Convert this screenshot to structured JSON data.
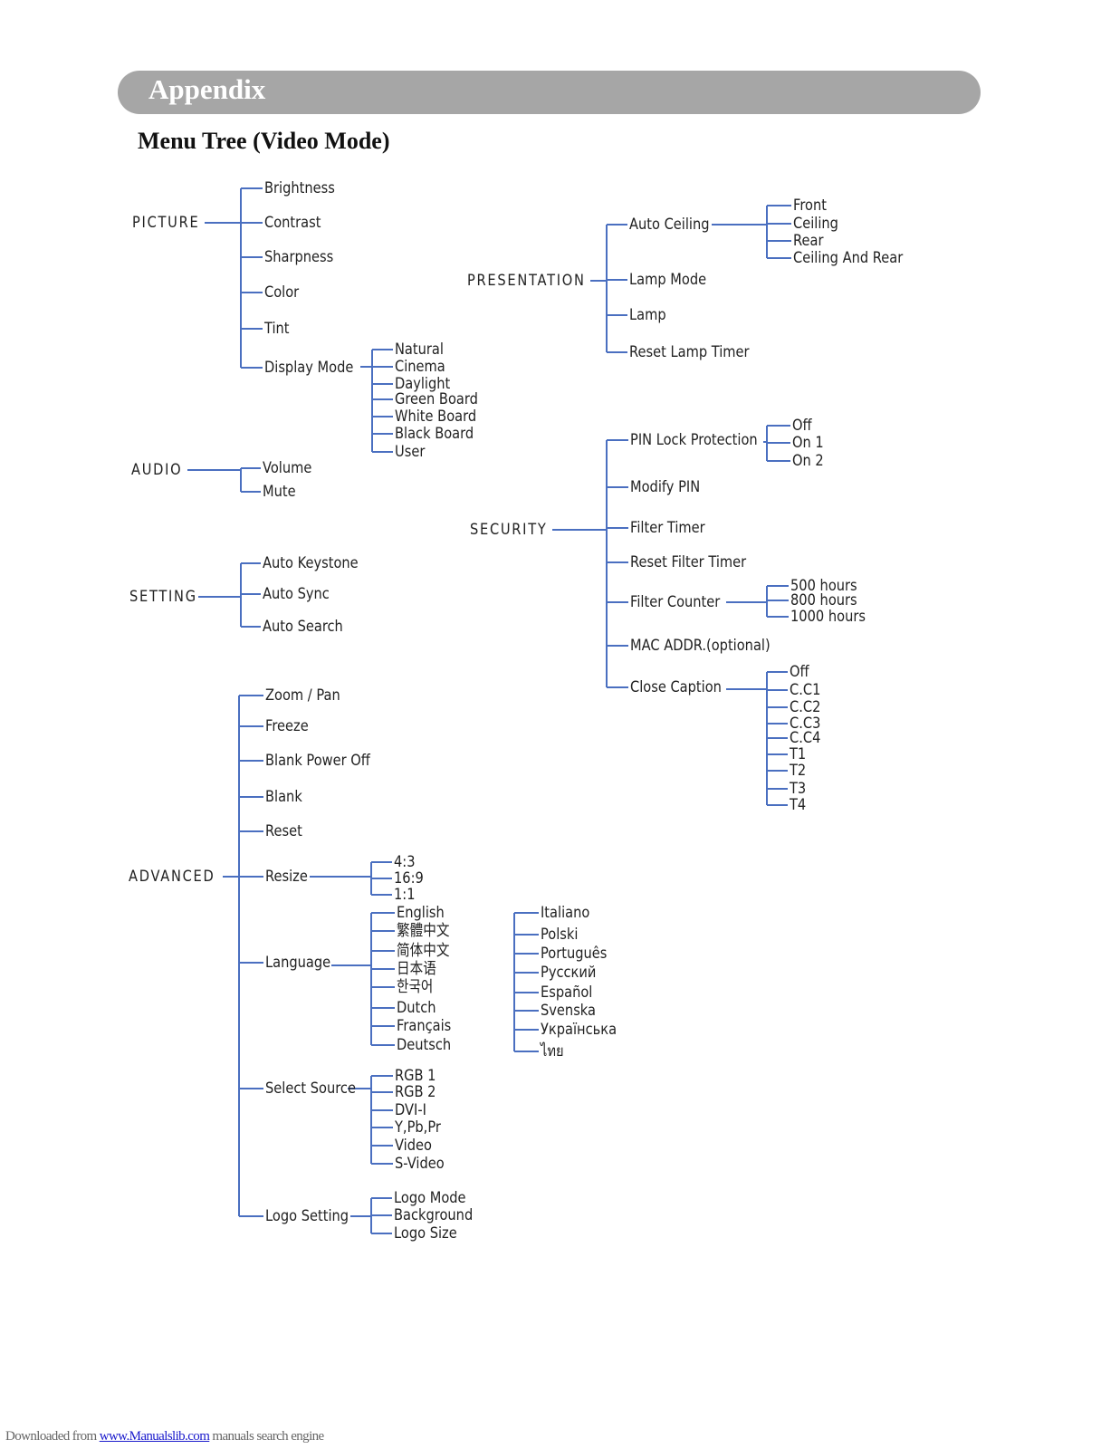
{
  "header": {
    "section_title": "Appendix",
    "page_title": "Menu Tree (Video Mode)"
  },
  "line_color": "#4a6fc0",
  "menu": {
    "picture": {
      "label": "PICTURE",
      "items": [
        "Brightness",
        "Contrast",
        "Sharpness",
        "Color",
        "Tint",
        "Display Mode"
      ],
      "display_mode_options": [
        "Natural",
        "Cinema",
        "Daylight",
        "Green Board",
        "White Board",
        "Black Board",
        "User"
      ]
    },
    "audio": {
      "label": "AUDIO",
      "items": [
        "Volume",
        "Mute"
      ]
    },
    "setting": {
      "label": "SETTING",
      "items": [
        "Auto Keystone",
        "Auto Sync",
        "Auto Search"
      ]
    },
    "advanced": {
      "label": "ADVANCED",
      "items": [
        "Zoom / Pan",
        "Freeze",
        "Blank Power Off",
        "Blank",
        "Reset",
        "Resize",
        "Language",
        "Select Source",
        "Logo Setting"
      ],
      "resize_options": [
        "4:3",
        "16:9",
        "1:1"
      ],
      "language_options_col1": [
        "English",
        "繁體中文",
        "简体中文",
        "日本语",
        "한국어",
        "Dutch",
        "Français",
        "Deutsch"
      ],
      "language_options_col2": [
        "Italiano",
        "Polski",
        "Português",
        "Русский",
        "Español",
        "Svenska",
        "Українська",
        "ไทย"
      ],
      "source_options": [
        "RGB 1",
        "RGB 2",
        "DVI-I",
        "Y,Pb,Pr",
        "Video",
        "S-Video"
      ],
      "logo_options": [
        "Logo Mode",
        "Background",
        "Logo Size"
      ]
    },
    "presentation": {
      "label": "PRESENTATION",
      "items": [
        "Auto Ceiling",
        "Lamp Mode",
        "Lamp",
        "Reset Lamp Timer"
      ],
      "auto_ceiling_options": [
        "Front",
        "Ceiling",
        "Rear",
        "Ceiling And Rear"
      ]
    },
    "security": {
      "label": "SECURITY",
      "items": [
        "PIN Lock Protection",
        "Modify PIN",
        "Filter Timer",
        "Reset Filter Timer",
        "Filter Counter",
        "MAC ADDR.(optional)",
        "Close Caption"
      ],
      "pin_lock_options": [
        "Off",
        "On 1",
        "On 2"
      ],
      "filter_counter_options": [
        "500 hours",
        "800 hours",
        "1000 hours"
      ],
      "close_caption_options": [
        "Off",
        "C.C1",
        "C.C2",
        "C.C3",
        "C.C4",
        "T1",
        "T2",
        "T3",
        "T4"
      ]
    }
  },
  "footer": {
    "prefix": "Downloaded from ",
    "link_text": "www.Manualslib.com",
    "suffix": "  manuals search engine"
  }
}
